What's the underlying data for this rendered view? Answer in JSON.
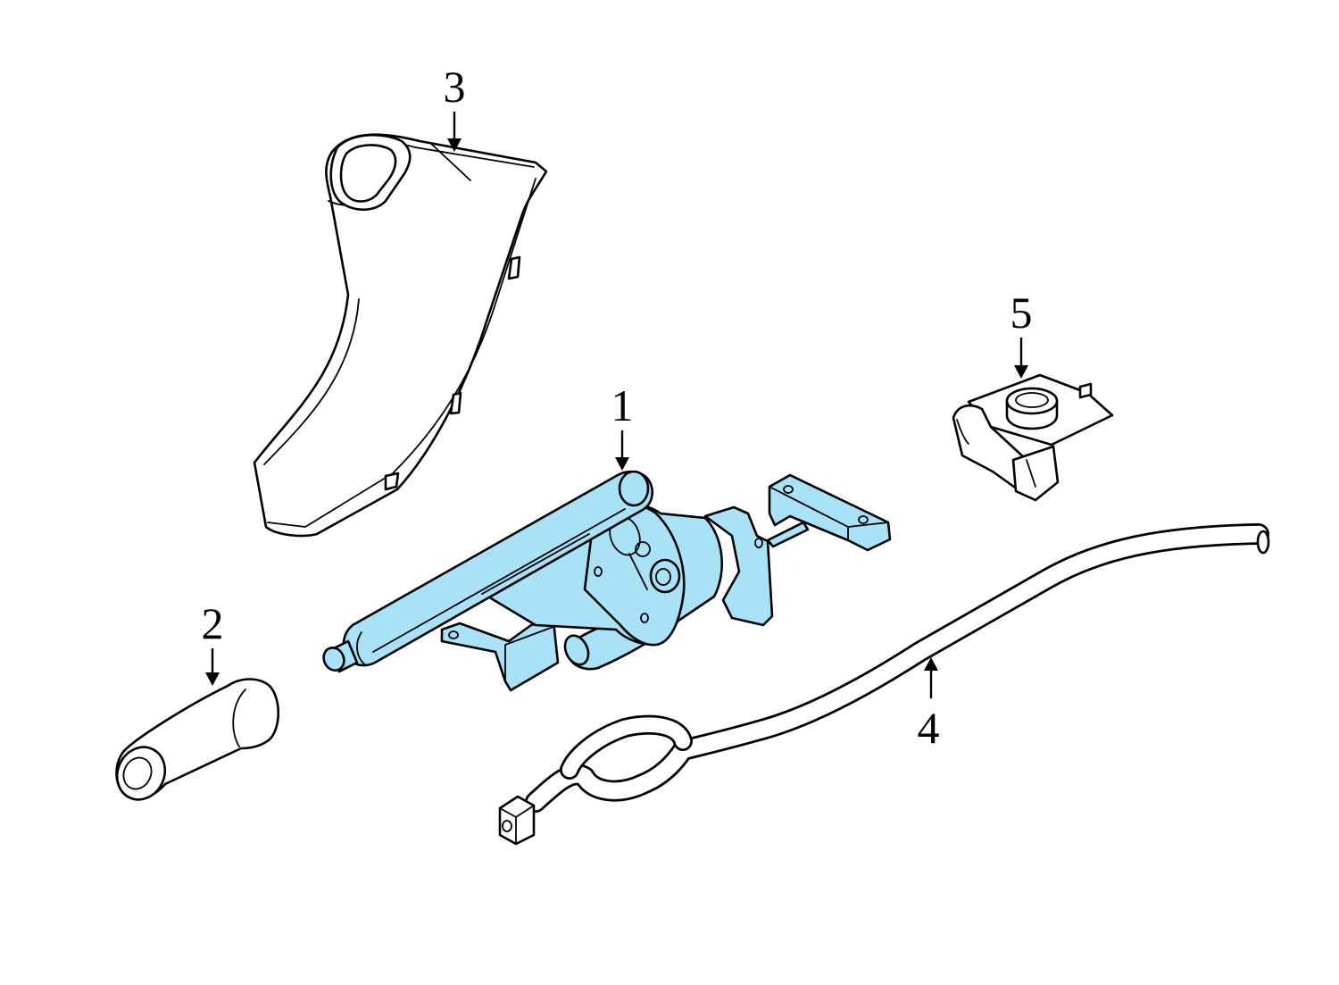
{
  "colors": {
    "highlight": "#a9e1f6",
    "line": "#000000",
    "background": "#ffffff"
  },
  "callouts": [
    {
      "id": "1",
      "label": "1"
    },
    {
      "id": "2",
      "label": "2"
    },
    {
      "id": "3",
      "label": "3"
    },
    {
      "id": "4",
      "label": "4"
    },
    {
      "id": "5",
      "label": "5"
    }
  ]
}
